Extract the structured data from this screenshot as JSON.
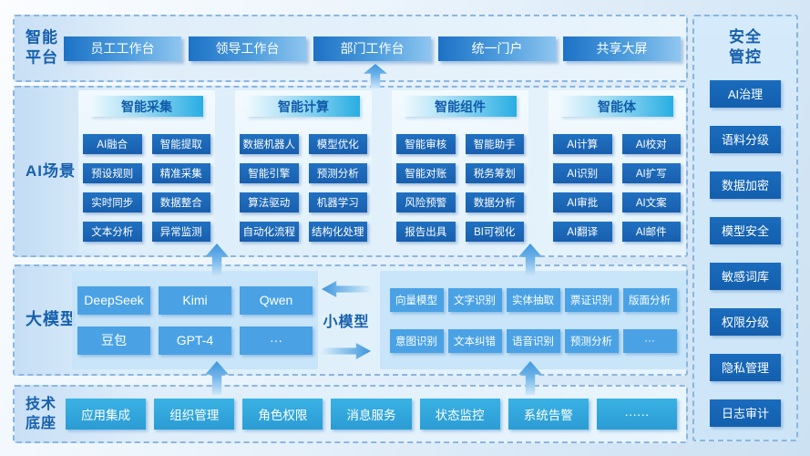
{
  "palette": {
    "section_border": "#8ab6e0",
    "section_label_text": "#1660ae",
    "dark_button": "#1a63b2",
    "top_button_gradient": [
      "#1d72c6",
      "#8fc6f0"
    ],
    "header_pill_gradient": [
      "#eff9fe",
      "#28ade3"
    ],
    "model_button": "#4aa2e5",
    "base_button": "#31a7db",
    "arrow_blue": "#3e96dd",
    "panel_blue": "#c7e4f9"
  },
  "icons": {
    "flow-up-arrow": "css-clip-path up arrow",
    "flow-left-arrow": "css-clip-path left arrow",
    "flow-right-arrow": "css-clip-path right arrow"
  },
  "platform": {
    "label": "智能\n平台",
    "items": [
      "员工工作台",
      "领导工作台",
      "部门工作台",
      "统一门户",
      "共享大屏"
    ]
  },
  "security": {
    "title": "安全\n管控",
    "items": [
      "AI治理",
      "语料分级",
      "数据加密",
      "模型安全",
      "敏感词库",
      "权限分级",
      "隐私管理",
      "日志审计"
    ]
  },
  "scenes": {
    "label": "AI场景",
    "columns": [
      {
        "header": "智能采集",
        "items": [
          "AI融合",
          "智能提取",
          "预设规则",
          "精准采集",
          "实时同步",
          "数据整合",
          "文本分析",
          "异常监测"
        ]
      },
      {
        "header": "智能计算",
        "items": [
          "数据机器人",
          "模型优化",
          "智能引擎",
          "预测分析",
          "算法驱动",
          "机器学习",
          "自动化流程",
          "结构化处理"
        ]
      },
      {
        "header": "智能组件",
        "items": [
          "智能审核",
          "智能助手",
          "智能对账",
          "税务筹划",
          "风险预警",
          "数据分析",
          "报告出具",
          "BI可视化"
        ]
      },
      {
        "header": "智能体",
        "items": [
          "AI计算",
          "AI校对",
          "AI识别",
          "AI扩写",
          "AI审批",
          "AI文案",
          "AI翻译",
          "AI邮件"
        ]
      }
    ]
  },
  "models": {
    "label": "大模型",
    "big_items": [
      "DeepSeek",
      "Kimi",
      "Qwen",
      "豆包",
      "GPT-4",
      "···"
    ],
    "small_label": "小模型",
    "small_items": [
      "向量模型",
      "文字识别",
      "实体抽取",
      "票证识别",
      "版面分析",
      "意图识别",
      "文本纠错",
      "语音识别",
      "预测分析",
      "···"
    ]
  },
  "base": {
    "label": "技术\n底座",
    "items": [
      "应用集成",
      "组织管理",
      "角色权限",
      "消息服务",
      "状态监控",
      "系统告警",
      "······"
    ]
  }
}
